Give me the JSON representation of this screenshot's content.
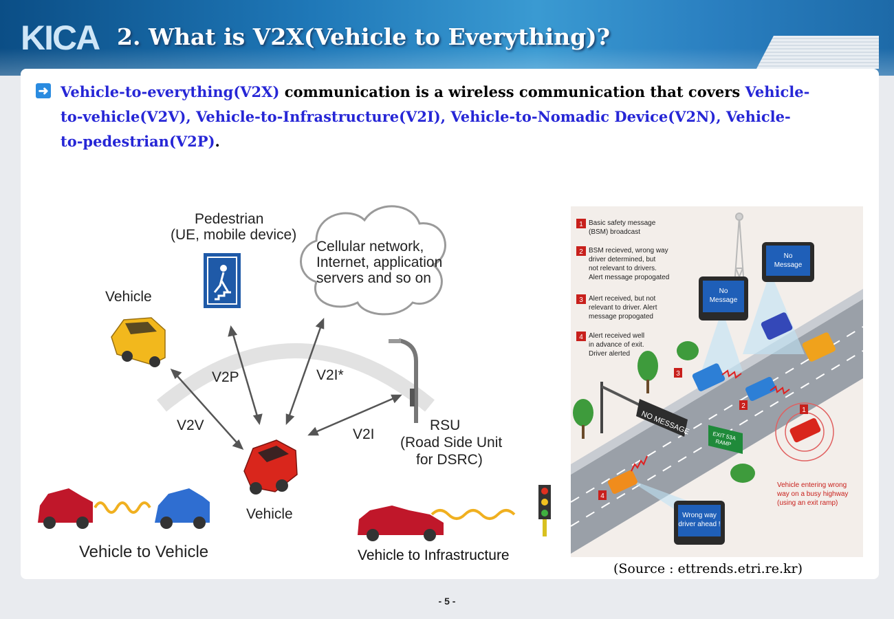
{
  "header": {
    "logo": "KICA",
    "title": "2. What is V2X(Vehicle to Everything)?"
  },
  "intro": {
    "term": "Vehicle-to-everything(V2X)",
    "text1": " communication is a wireless communication that covers ",
    "types": "Vehicle- to-vehicle(V2V), Vehicle-to-Infrastructure(V2I), Vehicle-to-Nomadic Device(V2N), Vehicle-to-pedestrian(V2P)",
    "end": "."
  },
  "diagram": {
    "pedestrian_label": "Pedestrian",
    "pedestrian_sub": "(UE, mobile device)",
    "cloud_line1": "Cellular network,",
    "cloud_line2": "Internet, application",
    "cloud_line3": "servers and so on",
    "vehicle_top": "Vehicle",
    "vehicle_center": "Vehicle",
    "v2p": "V2P",
    "v2i_star": "V2I*",
    "v2v": "V2V",
    "v2i": "V2I",
    "rsu_line1": "RSU",
    "rsu_line2": "(Road Side Unit",
    "rsu_line3": "for DSRC)",
    "caption_v2v": "Vehicle to Vehicle",
    "caption_v2i": "Vehicle to Infrastructure"
  },
  "scenario": {
    "legend": [
      {
        "num": "1",
        "line1": "Basic safety message",
        "line2": "(BSM) broadcast",
        "line3": "",
        "line4": ""
      },
      {
        "num": "2",
        "line1": "BSM recieved, wrong way",
        "line2": "driver determined, but",
        "line3": "not relevant to drivers.",
        "line4": "Alert message propogated"
      },
      {
        "num": "3",
        "line1": "Alert received, but not",
        "line2": "relevant to driver. Alert",
        "line3": "message propogated",
        "line4": ""
      },
      {
        "num": "4",
        "line1": "Alert received well",
        "line2": "in advance of exit.",
        "line3": "Driver alerted",
        "line4": ""
      }
    ],
    "screen1": "No",
    "screen1b": "Message",
    "screen2": "No",
    "screen2b": "Message",
    "screen3": "Wrong way",
    "screen3b": "driver ahead !",
    "sign_text": "NO MESSAGE",
    "exit_sign1": "EXIT 53A",
    "exit_sign2": "RAMP",
    "note1": "Vehicle entering wrong",
    "note2": "way on a busy highway",
    "note3": "(using an exit ramp)"
  },
  "source": "(Source : ettrends.etri.re.kr)",
  "page_number": "- 5 -"
}
